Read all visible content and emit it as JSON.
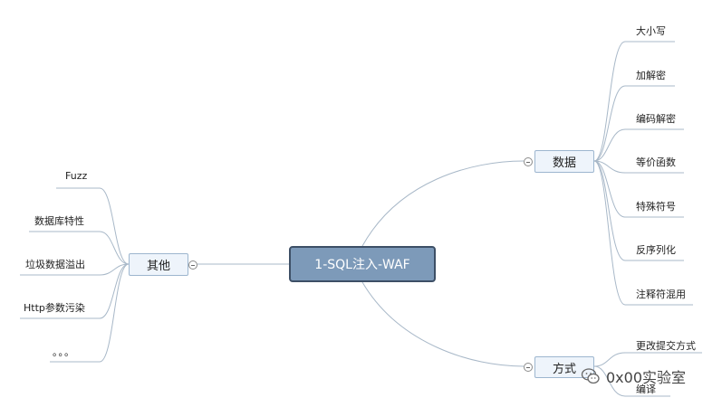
{
  "central": {
    "label": "1-SQL注入-WAF"
  },
  "branches": {
    "data": {
      "label": "数据",
      "children": [
        "大小写",
        "加解密",
        "编码解密",
        "等价函数",
        "特殊符号",
        "反序列化",
        "注释符混用"
      ]
    },
    "method": {
      "label": "方式",
      "children": [
        "更改提交方式",
        "编译"
      ]
    },
    "other": {
      "label": "其他",
      "children": [
        "Fuzz",
        "数据库特性",
        "垃圾数据溢出",
        "Http参数污染",
        "。。。"
      ]
    }
  },
  "watermark": {
    "text": "0x00实验室"
  },
  "colors": {
    "line": "#a8b8c8",
    "central_fill": "#7d9ab9",
    "branch_fill": "#eef4fb"
  }
}
